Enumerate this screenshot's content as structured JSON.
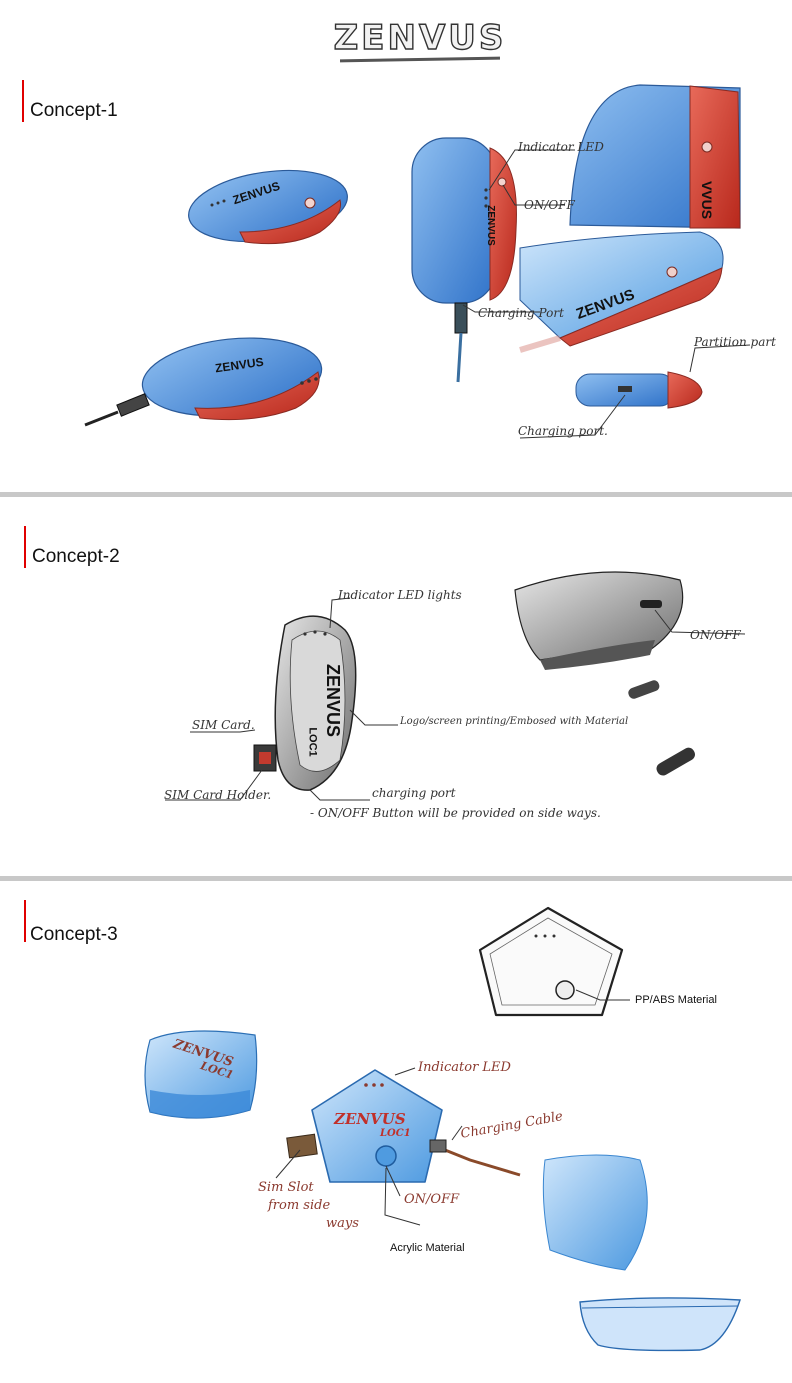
{
  "page": {
    "title": "ZENVUS"
  },
  "concept1": {
    "label": "Concept-1",
    "annotations": {
      "indicator_led": "Indicator LED",
      "on_off": "ON/OFF",
      "charging_port": "Charging Port",
      "partition_part": "Partition part",
      "charging_port_2": "Charging port."
    },
    "device_text": [
      "ZENVUS",
      "ZENVUS",
      "ZENVUS",
      "ZENVUS",
      "VVUS"
    ]
  },
  "concept2": {
    "label": "Concept-2",
    "annotations": {
      "indicator_led_lights": "Indicator LED lights",
      "logo_note": "Logo/screen printing/Embosed with Material",
      "sim_card": "SIM Card.",
      "sim_card_holder": "SIM Card Holder.",
      "charging_port": "charging port",
      "note": "- ON/OFF Button will be provided on side ways."
    },
    "device_text": [
      "ZENVUS",
      "LOC1"
    ]
  },
  "concept3": {
    "label": "Concept-3",
    "annotations": {
      "material_1": "PP/ABS Material",
      "indicator_led": "Indicator LED",
      "charging_cable": "Charging Cable",
      "on_off": "ON/OFF",
      "sim_slot_1": "Sim Slot",
      "sim_slot_2": "from side",
      "sim_slot_3": "ways",
      "material_2": "Acrylic Material"
    },
    "device_text": [
      "ZENVUS",
      "LOC1",
      "ZENVUS",
      "LOC1"
    ]
  },
  "colors": {
    "accent_red": "#e00000",
    "sketch_blue": "#3f86d6",
    "sketch_red": "#d63a2a",
    "pencil": "#333333"
  }
}
